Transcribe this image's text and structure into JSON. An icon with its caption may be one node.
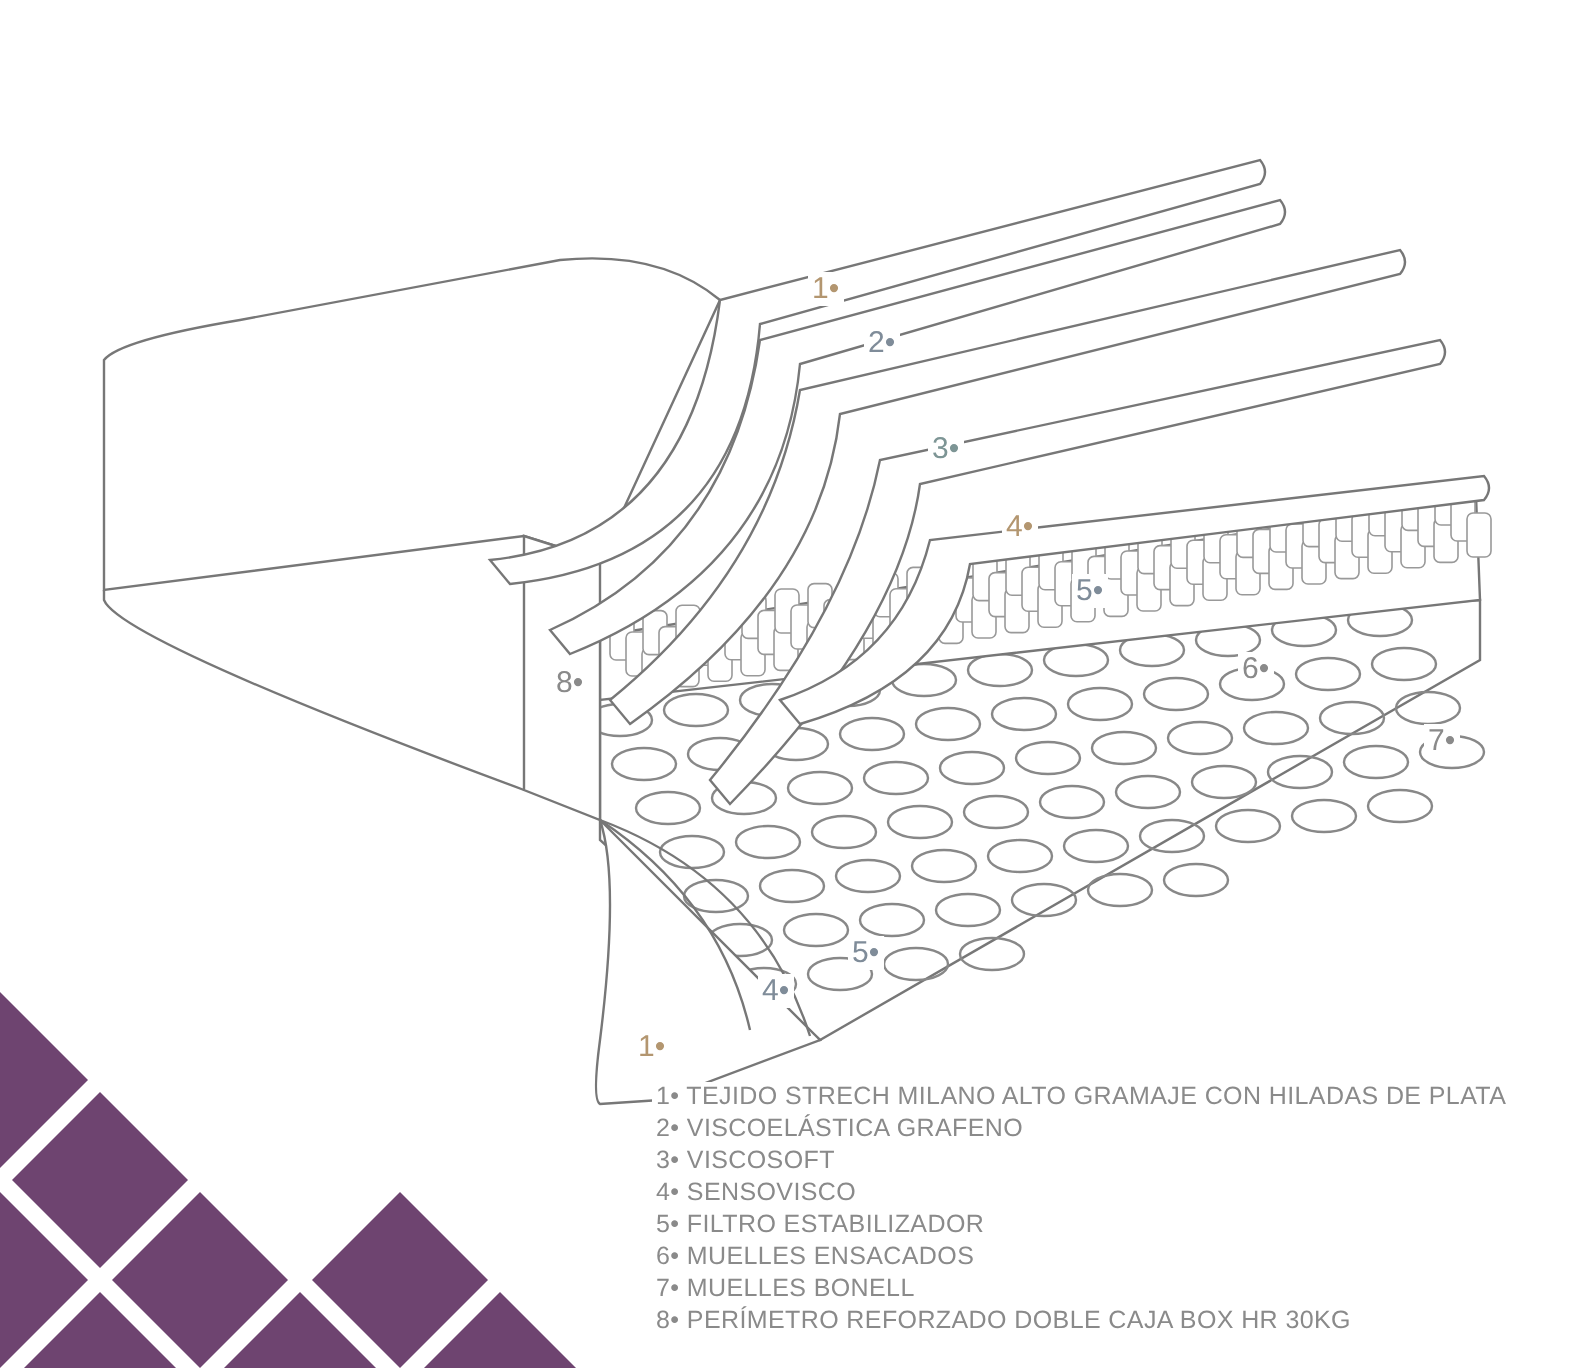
{
  "diagram": {
    "labels": [
      "1•",
      "2•",
      "3•",
      "4•",
      "5•",
      "6•",
      "8•",
      "7•",
      "5•",
      "4•",
      "1•",
      "1• TEJIDO STRECH MILANO ALTO GRAMAJE CON HILADAS DE PLATA",
      "2• VISCOELÁSTICA GRAFENO",
      "3• VISCOSOFT",
      "4• SENSOVISCO",
      "5• FILTRO ESTABILIZADOR",
      "6• MUELLES ENSACADOS",
      "7• MUELLES BONELL",
      "8• PERÍMETRO REFORZADO DOBLE CAJA BOX HR 30KG"
    ]
  }
}
